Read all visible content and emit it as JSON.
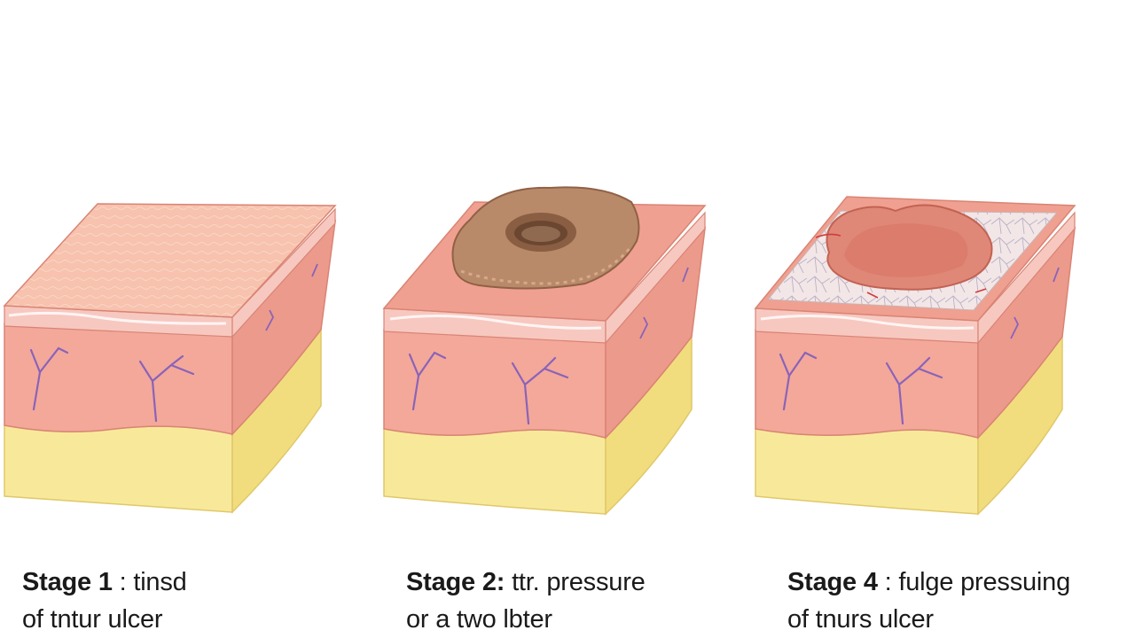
{
  "captions": [
    {
      "stage": "Stage 1",
      "line1_rest": " : tinsd",
      "line2": "of tntur ulcer"
    },
    {
      "stage": "Stage 2:",
      "line1_rest": " ttr. pressure",
      "line2": "or a two lbter"
    },
    {
      "stage": "Stage 4",
      "line1_rest": " : fulge pressuing",
      "line2": "of tnurs ulcer"
    }
  ],
  "colors": {
    "epidermis_top": "#f6b7a4",
    "dermis": "#f3a89a",
    "dermis_side": "#ec9a8c",
    "fat": "#f8e99a",
    "fat_side": "#f1dd7e",
    "vessel": "#8a63b8",
    "wound_brown": "#b98a6a",
    "wound_red": "#e08878",
    "outline": "#d98474"
  }
}
